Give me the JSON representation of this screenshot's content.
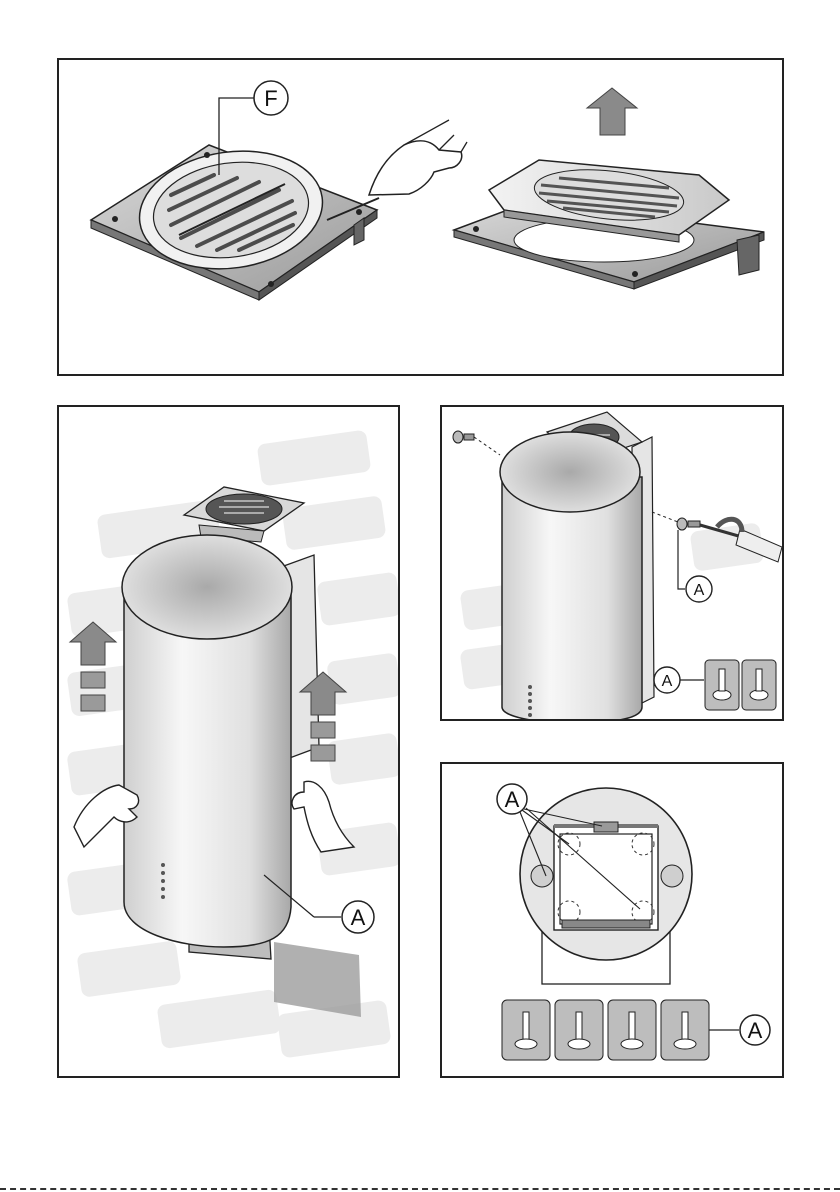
{
  "labels": {
    "p1_callout": "F",
    "p2_callout": "A",
    "p3_callout_a": "A",
    "p3_callout_b": "A",
    "p4_callout_a": "A",
    "p4_callout_b": "A"
  },
  "colors": {
    "stroke": "#222222",
    "metal_light": "#e6e6e6",
    "metal_mid": "#bdbdbd",
    "metal_dark": "#7a7a7a",
    "arrow_gray": "#8a8a8a",
    "wall_brick": "#ececec"
  }
}
